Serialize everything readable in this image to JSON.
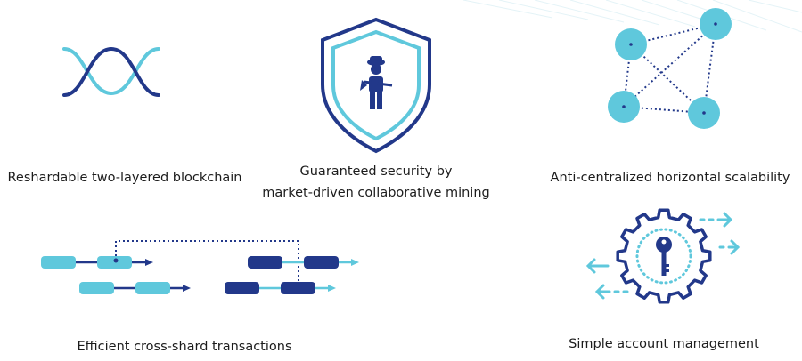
{
  "colors": {
    "navy": "#22388a",
    "cyan": "#5fc8dc"
  },
  "features": [
    {
      "icon": "helix-icon",
      "lines": [
        "Reshardable two-layered blockchain"
      ]
    },
    {
      "icon": "shield-miner-icon",
      "lines": [
        "Guaranteed security by",
        "market-driven collaborative mining"
      ]
    },
    {
      "icon": "network-nodes-icon",
      "lines": [
        "Anti-centralized horizontal scalability"
      ]
    },
    {
      "icon": "cross-shard-chains-icon",
      "lines": [
        "Efficient cross-shard transactions"
      ]
    },
    {
      "icon": "gear-key-icon",
      "lines": [
        "Simple account management"
      ]
    }
  ]
}
